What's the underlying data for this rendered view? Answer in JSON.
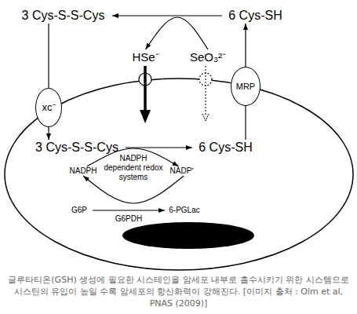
{
  "diagram": {
    "caption": "글루타티온(GSH) 생성에 필요한 시스테인을 암세포 내부로 흡수시키기 위한 시스템으로 시스틴의 유입이 높일 수록 암세포의 항산화력이 강해진다. [이미지 출처 : Olm et al, PNAS (2009)]",
    "nodes": [
      {
        "text": [
          "3 Cys-S-S-Cys"
        ]
      },
      {
        "text": [
          "6 Cys-SH"
        ]
      },
      {
        "text": [
          "HSe⁻"
        ]
      },
      {
        "text": [
          "SeO₃²⁻"
        ]
      },
      {
        "text": [
          "xc⁻"
        ]
      },
      {
        "text": [
          "MRP"
        ]
      },
      {
        "text": [
          "3 Cys-S-S-Cys"
        ]
      },
      {
        "text": [
          "6 Cys-SH"
        ]
      },
      {
        "text": [
          "NADPH"
        ]
      },
      {
        "text": [
          "NADP⁺"
        ]
      },
      {
        "text": [
          "G6P"
        ]
      },
      {
        "text": [
          "6-PGLac"
        ]
      }
    ],
    "edges": [
      {
        "from": 1,
        "to": 0,
        "arrow": "to"
      },
      {
        "from": 3,
        "to": 2,
        "arrow": "to"
      },
      {
        "from": 0,
        "to": 4,
        "arrow": "none"
      },
      {
        "from": 4,
        "to": 6,
        "arrow": "to"
      },
      {
        "from": 7,
        "to": 5,
        "arrow": "none"
      },
      {
        "from": 5,
        "to": 1,
        "arrow": "to"
      },
      {
        "from": 6,
        "to": 7,
        "arrow": "to"
      },
      {
        "from": 8,
        "to": 9,
        "arrow": "to"
      },
      {
        "from": 9,
        "to": 8,
        "arrow": "to"
      },
      {
        "from": 10,
        "to": 11,
        "arrow": "to",
        "label": "G6PDH"
      }
    ],
    "labels": [
      "NADPH dependent redox systems"
    ]
  }
}
